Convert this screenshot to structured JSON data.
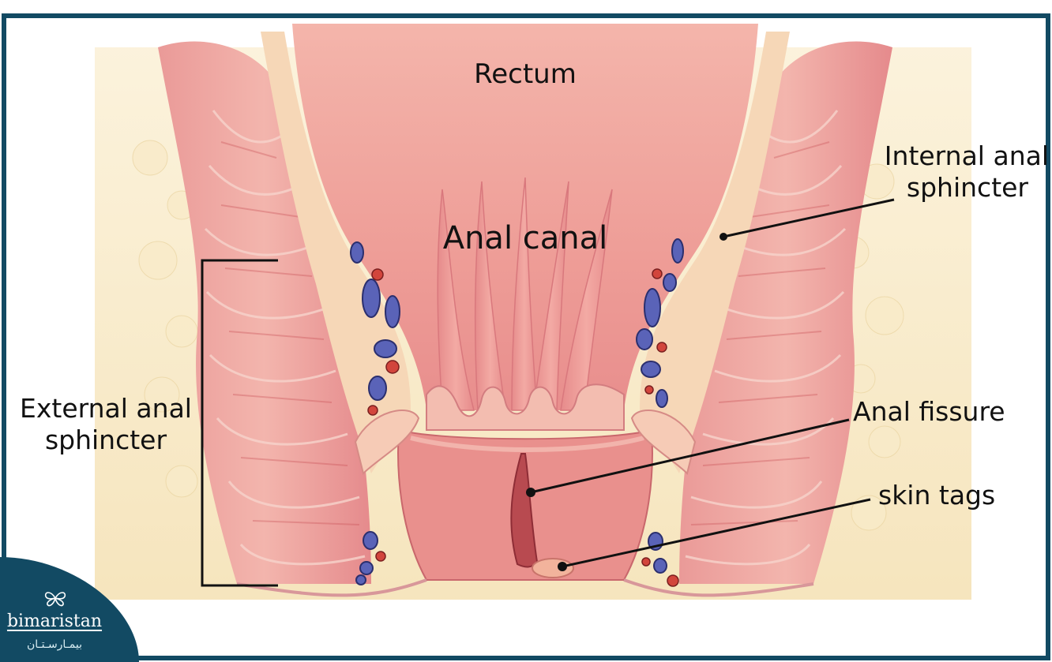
{
  "labels": {
    "rectum": "Rectum",
    "anal_canal": "Anal canal",
    "internal_line1": "Internal anal",
    "internal_line2": "sphincter",
    "external_line1": "External anal",
    "external_line2": "sphincter",
    "fissure": "Anal fissure",
    "skin_tags": "skin tags"
  },
  "brand": {
    "name": "bimaristan",
    "arabic": "بيمـارسـتـان",
    "icon": "butterfly-icon"
  },
  "colors": {
    "frame": "#124a63",
    "muscle": "#e58a8c",
    "mucosa": "#f0a3a0",
    "fat": "#f7e4b9",
    "vein": "#5a63b8",
    "artery": "#d2453c",
    "brand_bg": "#124a63"
  }
}
